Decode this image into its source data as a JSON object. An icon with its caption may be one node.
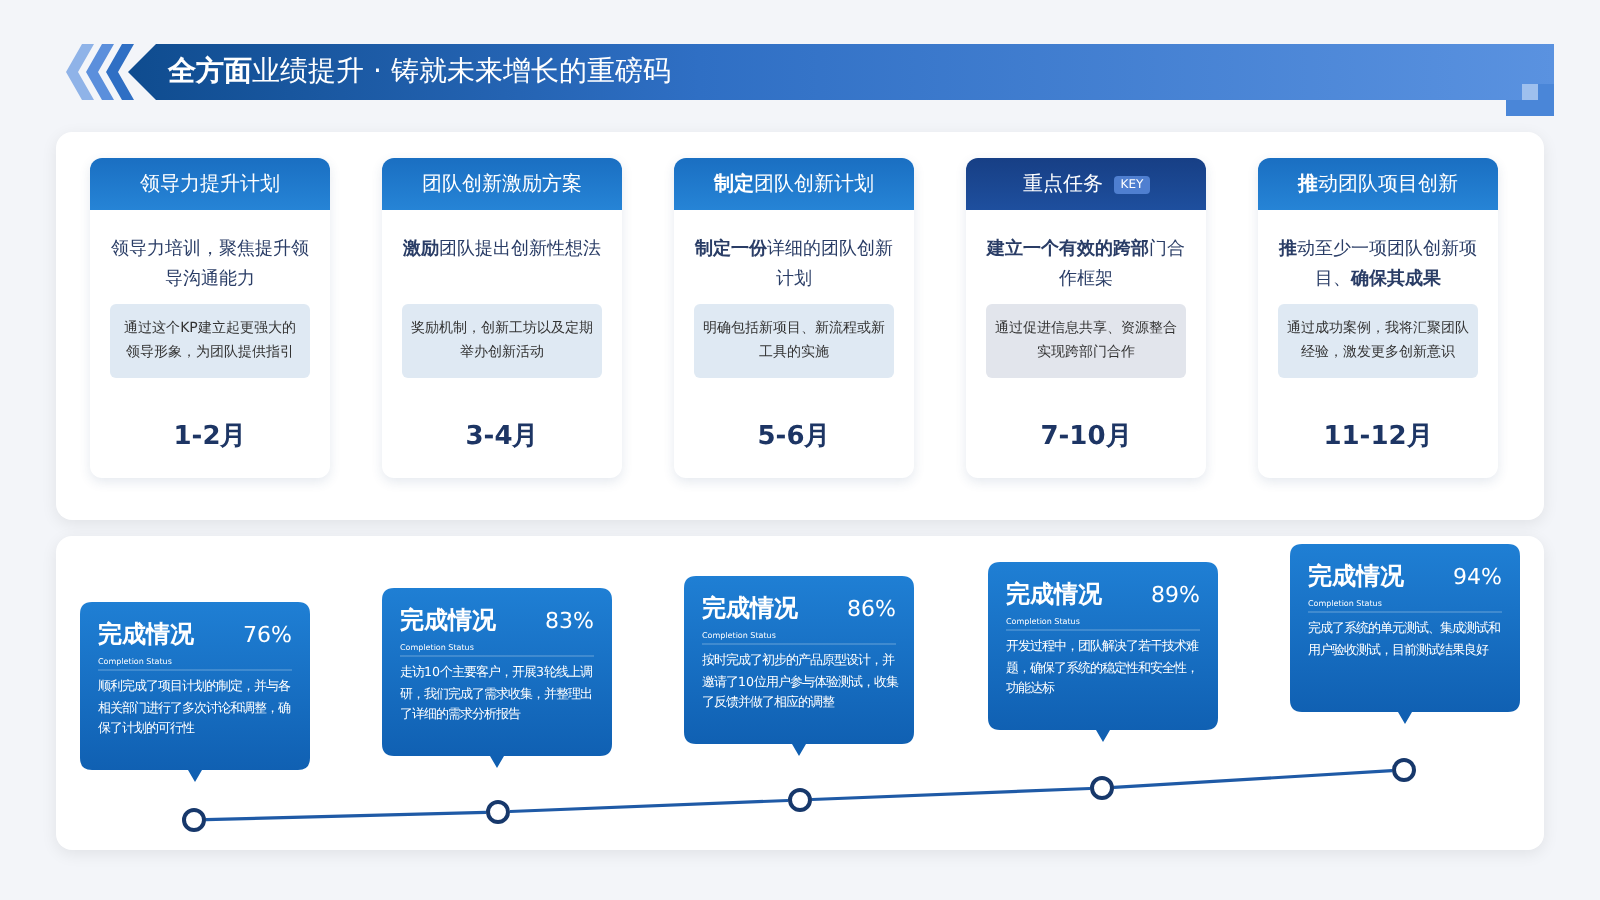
{
  "diagram": {
    "title": "**全方面**业绩提升 · 铸就未来增长的重磅码",
    "nodes": [
      {
        "text": [
          "领导力提升计划",
          "领导力培训，聚焦提升领导沟通能力",
          "通过这个KP建立起更强大的领导形象，为团队提供指引",
          "1-2月"
        ]
      },
      {
        "text": [
          "团队创新激励方案",
          "**激励**团队提出创新性想法",
          "奖励机制，创新工坊以及定期举办创新活动",
          "3-4月"
        ]
      },
      {
        "text": [
          "**制定**团队创新计划",
          "**制定一份**详细的团队创新计划",
          "明确包括新项目、新流程或新工具的实施",
          "5-6月"
        ]
      },
      {
        "text": [
          "重点任务",
          "KEY",
          "**建立一个有效的跨部**门合作框架",
          "通过促进信息共享、资源整合实现跨部门合作",
          "7-10月"
        ]
      },
      {
        "text": [
          "**推**动团队项目创新",
          "**推**动至少一项团队创新项目、**确保其成果**",
          "通过成功案例，我将汇聚团队经验，激发更多创新意识",
          "11-12月"
        ]
      },
      {
        "text": [
          "完成情况",
          "76%",
          "Completion Status",
          "顺利完成了项目计划的制定，并与各相关部门进行了多次讨论和调整，确保了计划的可行性"
        ]
      },
      {
        "text": [
          "完成情况",
          "83%",
          "Completion Status",
          "走访10个主要客户，开展3轮线上调研，我们完成了需求收集，并整理出了详细的需求分析报告"
        ]
      },
      {
        "text": [
          "完成情况",
          "86%",
          "Completion Status",
          "按时完成了初步的产品原型设计，并邀请了10位用户参与体验测试，收集了反馈并做了相应的调整"
        ]
      },
      {
        "text": [
          "完成情况",
          "89%",
          "Completion Status",
          "开发过程中，团队解决了若干技术难题，确保了系统的稳定性和安全性，功能达标"
        ]
      },
      {
        "text": [
          "完成情况",
          "94%",
          "Completion Status",
          "完成了系统的单元测试、集成测试和用户验收测试，目前测试结果良好"
        ]
      },
      {
        "text": [],
        "shape": "circle"
      },
      {
        "text": [],
        "shape": "circle"
      },
      {
        "text": [],
        "shape": "circle"
      },
      {
        "text": [],
        "shape": "circle"
      },
      {
        "text": [],
        "shape": "circle"
      }
    ],
    "edges": [
      {
        "from": 10,
        "to": 11,
        "arrow": "none"
      },
      {
        "from": 11,
        "to": 12,
        "arrow": "none"
      },
      {
        "from": 12,
        "to": 13,
        "arrow": "none"
      },
      {
        "from": 13,
        "to": 14,
        "arrow": "none"
      }
    ]
  }
}
